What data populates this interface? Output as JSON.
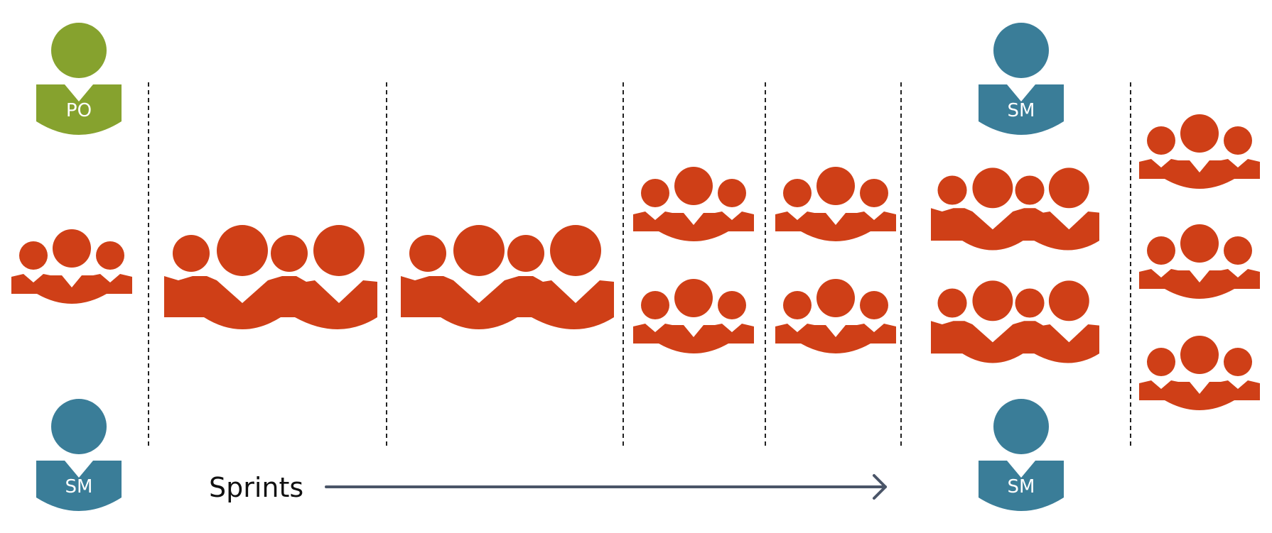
{
  "colors": {
    "product_owner": "#86a22e",
    "scrum_master": "#3a7d98",
    "team": "#cf3f17",
    "arrow": "#4a5568",
    "divider": "#222222",
    "role_text": "#ffffff"
  },
  "roles": {
    "product_owner": "PO",
    "scrum_master": "SM"
  },
  "timeline": {
    "label": "Sprints"
  },
  "icons": {
    "person": "person-icon",
    "team": "team-icon"
  }
}
